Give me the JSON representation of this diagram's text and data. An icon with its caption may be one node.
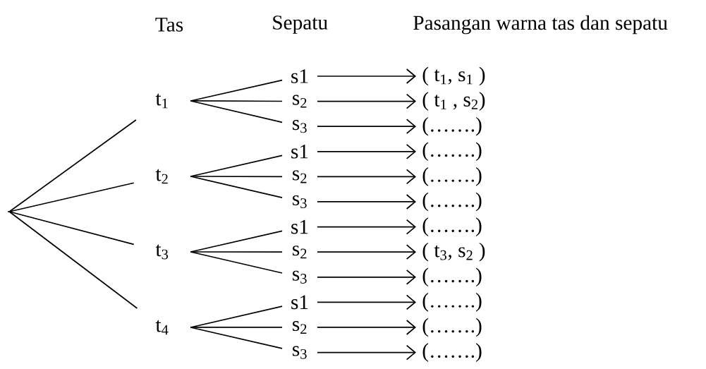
{
  "diagram": {
    "nodes": [
      {
        "text": [],
        "shape": "point"
      },
      {
        "text": [
          "t$_{1}$"
        ]
      },
      {
        "text": [
          "t$_{2}$"
        ]
      },
      {
        "text": [
          "t$_{3}$"
        ]
      },
      {
        "text": [
          "t$_{4}$"
        ]
      },
      {
        "text": [
          "s1"
        ]
      },
      {
        "text": [
          "s$_{2}$"
        ]
      },
      {
        "text": [
          "s$_{3}$"
        ]
      },
      {
        "text": [
          "s1"
        ]
      },
      {
        "text": [
          "s$_{2}$"
        ]
      },
      {
        "text": [
          "s$_{3}$"
        ]
      },
      {
        "text": [
          "s1"
        ]
      },
      {
        "text": [
          "s$_{2}$"
        ]
      },
      {
        "text": [
          "s$_{3}$"
        ]
      },
      {
        "text": [
          "s1"
        ]
      },
      {
        "text": [
          "s$_{2}$"
        ]
      },
      {
        "text": [
          "s$_{3}$"
        ]
      },
      {
        "text": [
          "( t$_{1}$, s$_{1}$ )"
        ]
      },
      {
        "text": [
          "( t$_{1}$ , s$_{2}$)"
        ]
      },
      {
        "text": [
          "(…….)"
        ]
      },
      {
        "text": [
          "(…….)"
        ]
      },
      {
        "text": [
          "(…….)"
        ]
      },
      {
        "text": [
          "(…….)"
        ]
      },
      {
        "text": [
          "(…….)"
        ]
      },
      {
        "text": [
          "( t$_{3}$, s$_{2}$ )"
        ]
      },
      {
        "text": [
          "(…….)"
        ]
      },
      {
        "text": [
          "(…….)"
        ]
      },
      {
        "text": [
          "(…….)"
        ]
      },
      {
        "text": [
          "(…….)"
        ]
      }
    ],
    "edges": [
      {
        "from": 0,
        "to": 1,
        "arrow": "none"
      },
      {
        "from": 0,
        "to": 2,
        "arrow": "none"
      },
      {
        "from": 0,
        "to": 3,
        "arrow": "none"
      },
      {
        "from": 0,
        "to": 4,
        "arrow": "none"
      },
      {
        "from": 1,
        "to": 5,
        "arrow": "none"
      },
      {
        "from": 1,
        "to": 6,
        "arrow": "none"
      },
      {
        "from": 1,
        "to": 7,
        "arrow": "none"
      },
      {
        "from": 2,
        "to": 8,
        "arrow": "none"
      },
      {
        "from": 2,
        "to": 9,
        "arrow": "none"
      },
      {
        "from": 2,
        "to": 10,
        "arrow": "none"
      },
      {
        "from": 3,
        "to": 11,
        "arrow": "none"
      },
      {
        "from": 3,
        "to": 12,
        "arrow": "none"
      },
      {
        "from": 3,
        "to": 13,
        "arrow": "none"
      },
      {
        "from": 4,
        "to": 14,
        "arrow": "none"
      },
      {
        "from": 4,
        "to": 15,
        "arrow": "none"
      },
      {
        "from": 4,
        "to": 16,
        "arrow": "none"
      },
      {
        "from": 5,
        "to": 17,
        "arrow": "to"
      },
      {
        "from": 6,
        "to": 18,
        "arrow": "to"
      },
      {
        "from": 7,
        "to": 19,
        "arrow": "to"
      },
      {
        "from": 8,
        "to": 20,
        "arrow": "to"
      },
      {
        "from": 9,
        "to": 21,
        "arrow": "to"
      },
      {
        "from": 10,
        "to": 22,
        "arrow": "to"
      },
      {
        "from": 11,
        "to": 23,
        "arrow": "to"
      },
      {
        "from": 12,
        "to": 24,
        "arrow": "to"
      },
      {
        "from": 13,
        "to": 25,
        "arrow": "to"
      },
      {
        "from": 14,
        "to": 26,
        "arrow": "to"
      },
      {
        "from": 15,
        "to": 27,
        "arrow": "to"
      },
      {
        "from": 16,
        "to": 28,
        "arrow": "to"
      }
    ],
    "labels": [
      "Tas",
      "Sepatu",
      "Pasangan warna tas dan sepatu"
    ]
  }
}
